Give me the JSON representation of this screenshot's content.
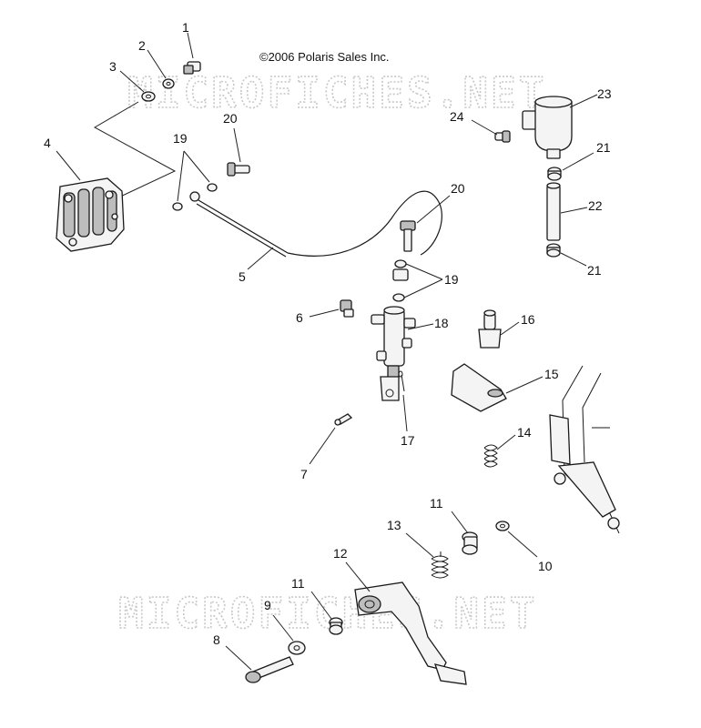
{
  "copyright": "©2006 Polaris Sales Inc.",
  "watermark": "MICROFICHES.NET",
  "callouts": {
    "c1": "1",
    "c2": "2",
    "c3": "3",
    "c4": "4",
    "c5": "5",
    "c6": "6",
    "c7": "7",
    "c8": "8",
    "c9": "9",
    "c10": "10",
    "c11a": "11",
    "c11b": "11",
    "c12": "12",
    "c13": "13",
    "c14": "14",
    "c15": "15",
    "c16": "16",
    "c17": "17",
    "c18": "18",
    "c19a": "19",
    "c19b": "19",
    "c20a": "20",
    "c20b": "20",
    "c21a": "21",
    "c21b": "21",
    "c22": "22",
    "c23": "23",
    "c24": "24"
  }
}
